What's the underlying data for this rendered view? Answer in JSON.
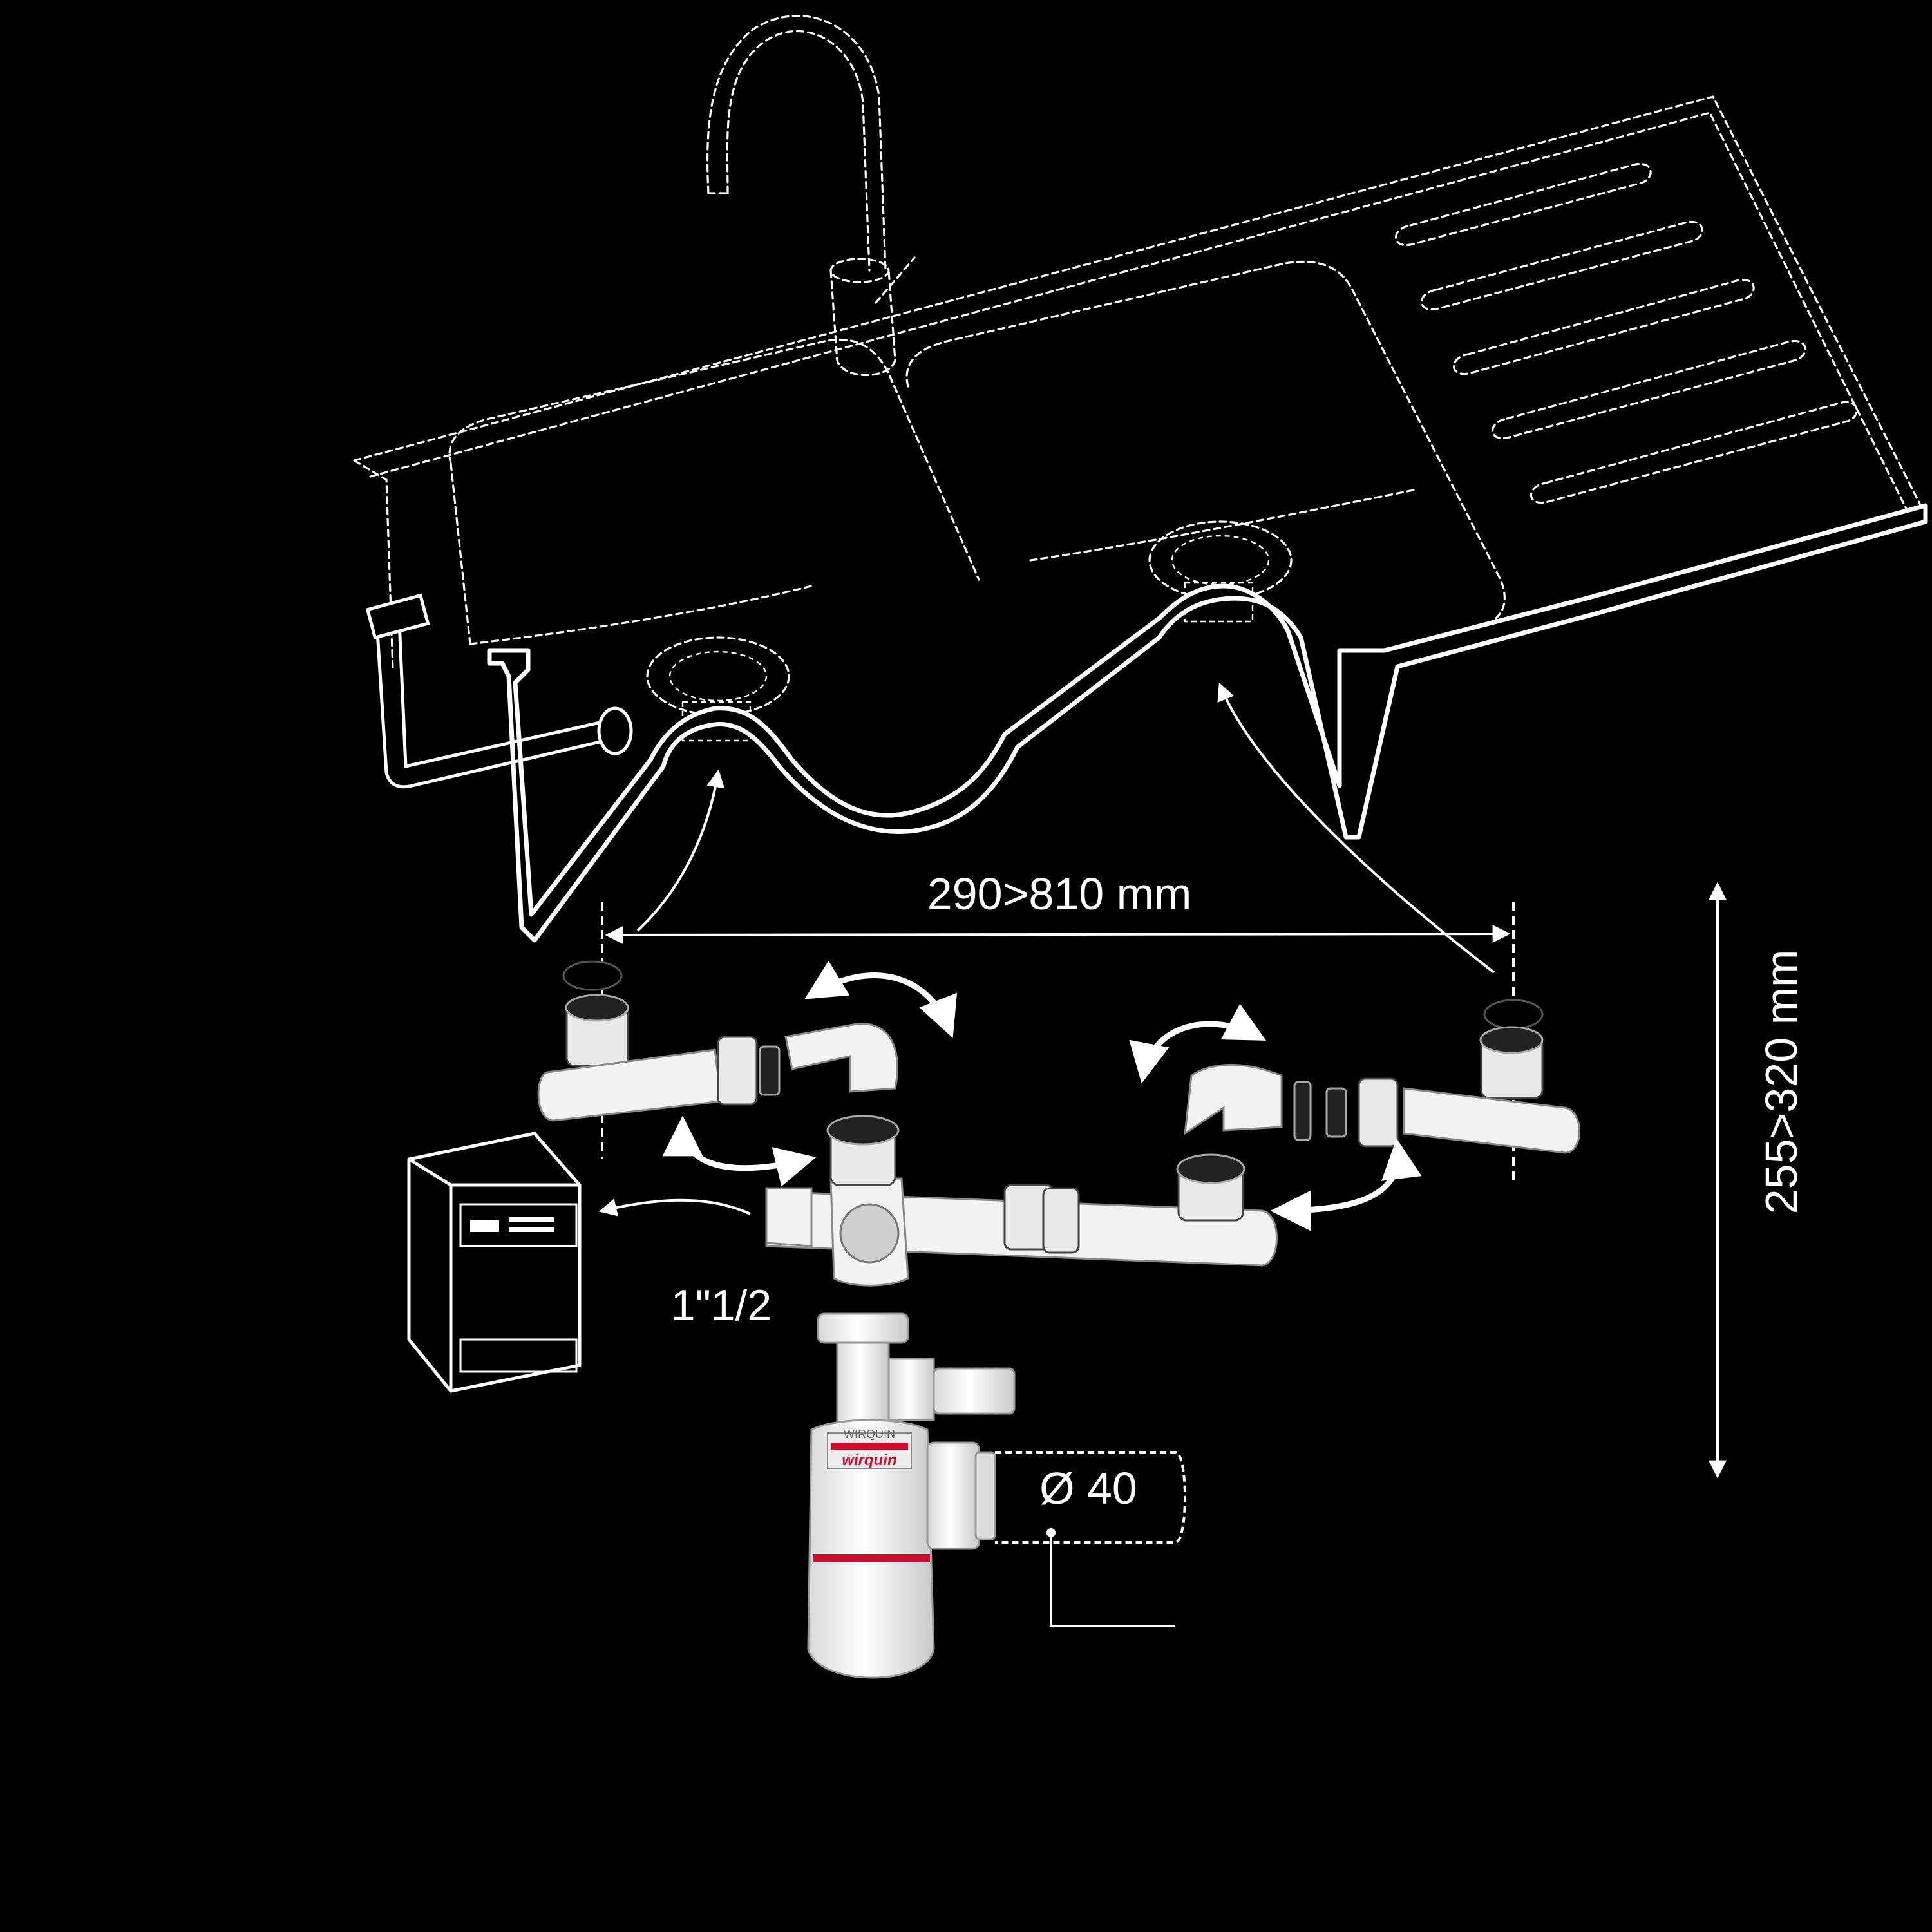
{
  "labels": {
    "width_range": "290>810 mm",
    "height_range": "255>320 mm",
    "thread_size": "1\"1/2",
    "pipe_diameter": "Ø 40",
    "brand_mark": "wirquin",
    "brand_plate": "WIRQUIN"
  },
  "colors": {
    "background": "#000000",
    "line": "#ffffff",
    "pipe": "#f2f2f2",
    "accent": "#c8102e"
  }
}
